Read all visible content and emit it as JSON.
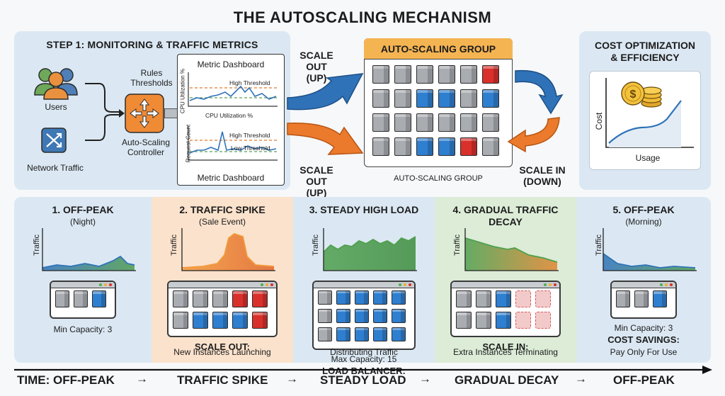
{
  "title": "THE AUTOSCALING MECHANISM",
  "step1": {
    "title": "STEP 1: MONITORING & TRAFFIC METRICS",
    "users_label": "Users",
    "network_label": "Network Traffic",
    "rules_label": "Rules\nThresholds",
    "controller_label": "Auto-Scaling\nController",
    "dashboard_title_top": "Metric Dashboard",
    "dashboard_title_bottom": "Metric Dashboard",
    "cpu_axis": "CPU Utilization %",
    "cpu_xlabel": "CPU Utilization %",
    "req_axis": "Request Count",
    "high_threshold_1": "High Threshold",
    "high_threshold_2": "High Threshold",
    "low_threshold": "Low Threshold"
  },
  "scaling": {
    "scale_out_top": "SCALE OUT\n(UP)",
    "scale_out_bottom": "SCALE OUT\n(UP)",
    "scale_in": "SCALE IN\n(DOWN)",
    "asg_header": "AUTO-SCALING GROUP",
    "asg_footer": "AUTO-SCALING GROUP"
  },
  "cost": {
    "title": "COST OPTIMIZATION\n& EFFICIENCY",
    "ylabel": "Cost",
    "xlabel": "Usage"
  },
  "phases": [
    {
      "title": "1. OFF-PEAK",
      "subtitle": "(Night)",
      "axis": "Traffic",
      "caption_bold": "",
      "caption": "Min Capacity: 3"
    },
    {
      "title": "2. TRAFFIC SPIKE",
      "subtitle": "(Sale Event)",
      "axis": "Traffic",
      "caption_bold": "SCALE OUT:",
      "caption": "New Instances Launching"
    },
    {
      "title": "3. STEADY HIGH LOAD",
      "subtitle": "",
      "axis": "Traffic",
      "caption_top": "Max Capacity: 15",
      "caption_bold": "LOAD BALANCER:",
      "caption": "Distributing Traffic"
    },
    {
      "title": "4. GRADUAL TRAFFIC\nDECAY",
      "subtitle": "",
      "axis": "Traffic",
      "caption_bold": "SCALE IN:",
      "caption": "Extra Instances Terminating"
    },
    {
      "title": "5. OFF-PEAK",
      "subtitle": "(Morning)",
      "axis": "Traffic",
      "caption_top": "Min Capacity: 3",
      "caption_bold": "COST SAVINGS:",
      "caption": "Pay Only For Use"
    }
  ],
  "timeline": [
    "TIME: OFF-PEAK",
    "TRAFFIC SPIKE",
    "STEADY LOAD",
    "GRADUAL DECAY",
    "OFF-PEAK"
  ],
  "colors": {
    "blue_panel": "#dbe8f3",
    "orange_panel": "#fbe2cc",
    "green_panel": "#dcecd7",
    "server_gray": "#a9adb2",
    "server_blue": "#2f7fd0",
    "server_red": "#d9302c",
    "arrow_blue": "#2f72b8",
    "arrow_orange": "#ec7a2c"
  },
  "icons": {
    "users": "users-icon",
    "network": "network-icon",
    "controller": "controller-icon",
    "coins": "coins-icon"
  }
}
